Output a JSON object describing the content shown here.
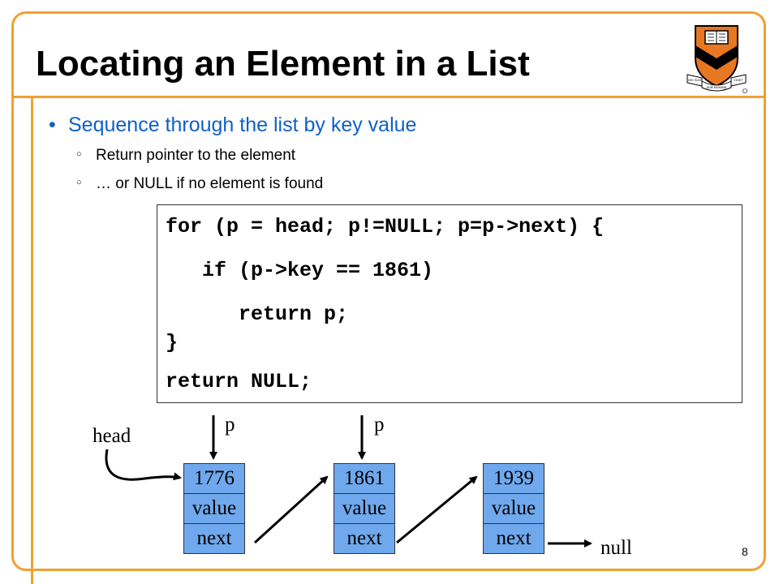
{
  "slide": {
    "title": "Locating an Element in a List",
    "bullet": "Sequence through the list by key value",
    "sub_bullets": [
      "Return pointer to the element",
      "… or NULL if no element is found"
    ],
    "page_number": "8"
  },
  "code": {
    "lines": [
      "for (p = head; p!=NULL; p=p->next) {",
      "   if (p->key == 1861)",
      "      return p;",
      "}",
      "return NULL;"
    ]
  },
  "diagram": {
    "head_label": "head",
    "pointer_label": "p",
    "null_label": "null",
    "nodes": [
      {
        "key": "1776",
        "value": "value",
        "next": "next"
      },
      {
        "key": "1861",
        "value": "value",
        "next": "next"
      },
      {
        "key": "1939",
        "value": "value",
        "next": "next"
      }
    ]
  },
  "logo": {
    "banner_left": "DEI SUB",
    "banner_center": "SUB NUMINE",
    "banner_right": "VIGET"
  },
  "colors": {
    "accent": "#f0a030",
    "bullet_text": "#1060c8",
    "node_fill": "#6fa8ec",
    "shield_orange": "#e87722"
  }
}
